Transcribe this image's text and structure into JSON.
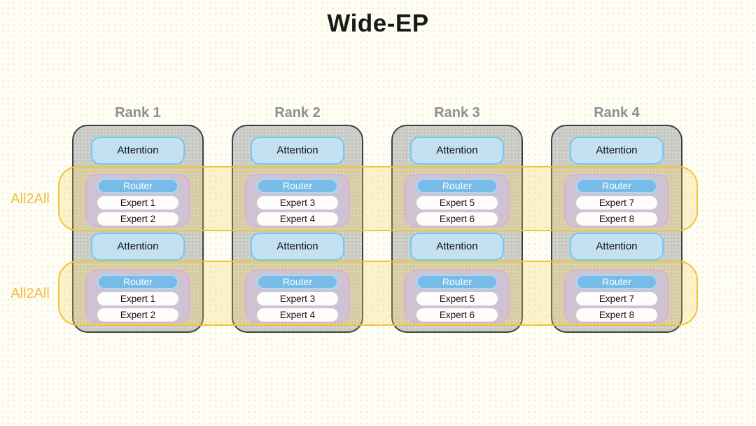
{
  "title": "Wide-EP",
  "bands": [
    {
      "label": "All2All"
    },
    {
      "label": "All2All"
    }
  ],
  "ranks": [
    {
      "label": "Rank 1",
      "layers": [
        {
          "attention": "Attention",
          "router": "Router",
          "experts": [
            "Expert 1",
            "Expert 2"
          ]
        },
        {
          "attention": "Attention",
          "router": "Router",
          "experts": [
            "Expert 1",
            "Expert 2"
          ]
        }
      ]
    },
    {
      "label": "Rank 2",
      "layers": [
        {
          "attention": "Attention",
          "router": "Router",
          "experts": [
            "Expert 3",
            "Expert 4"
          ]
        },
        {
          "attention": "Attention",
          "router": "Router",
          "experts": [
            "Expert 3",
            "Expert 4"
          ]
        }
      ]
    },
    {
      "label": "Rank 3",
      "layers": [
        {
          "attention": "Attention",
          "router": "Router",
          "experts": [
            "Expert 5",
            "Expert 6"
          ]
        },
        {
          "attention": "Attention",
          "router": "Router",
          "experts": [
            "Expert 5",
            "Expert 6"
          ]
        }
      ]
    },
    {
      "label": "Rank 4",
      "layers": [
        {
          "attention": "Attention",
          "router": "Router",
          "experts": [
            "Expert 7",
            "Expert 8"
          ]
        },
        {
          "attention": "Attention",
          "router": "Router",
          "experts": [
            "Expert 7",
            "Expert 8"
          ]
        }
      ]
    }
  ],
  "colors": {
    "title_color": "#1a1a1a",
    "rank_label": "#8f8f8f",
    "rank_fill": "#c9c9c4",
    "rank_border": "#3f3f46",
    "attention_fill": "#c4e1f2",
    "attention_border": "#74c9f0",
    "moe_fill": "#cfc2d3",
    "moe_border": "#d9b0d4",
    "router_fill": "#77bce8",
    "router_border": "#a8daf5",
    "expert_fill": "#fffdfc",
    "band_border": "#eec43c",
    "band_fill": "rgba(244,212,90,0.28)",
    "all2all_text": "#f2bc42"
  }
}
